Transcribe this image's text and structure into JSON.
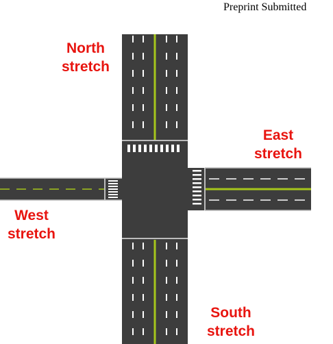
{
  "header": {
    "text": "Preprint Submitted"
  },
  "labels": {
    "north": [
      "North",
      "stretch"
    ],
    "east": [
      "East",
      "stretch"
    ],
    "west": [
      "West",
      "stretch"
    ],
    "south": [
      "South",
      "stretch"
    ]
  },
  "colors": {
    "asphalt": "#3d3d3d",
    "center_line": "#a6c61c",
    "lane_marking": "#ffffff",
    "curb": "#bcbcbc",
    "label_text": "#e8140f"
  }
}
